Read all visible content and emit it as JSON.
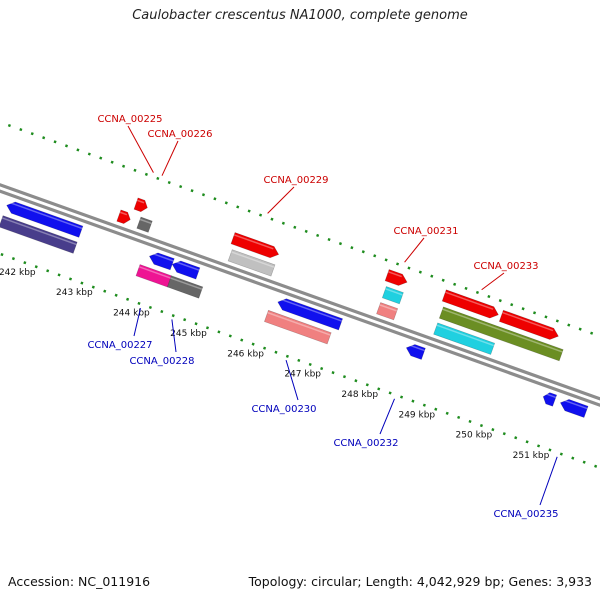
{
  "title": "Caulobacter crescentus NA1000, complete genome",
  "footer": {
    "accession": "Accession: NC_011916",
    "summary": "Topology: circular; Length: 4,042,929 bp; Genes: 3,933"
  },
  "colors": {
    "backbone": "#8c8c8c",
    "tick": "#1e8c1e",
    "forward_label": "#cc0000",
    "reverse_label": "#0000bb"
  },
  "scale": {
    "unit": "kbp",
    "ticks": [
      {
        "kbp": 242,
        "label": "242 kbp"
      },
      {
        "kbp": 243,
        "label": "243 kbp"
      },
      {
        "kbp": 244,
        "label": "244 kbp"
      },
      {
        "kbp": 245,
        "label": "245 kbp"
      },
      {
        "kbp": 246,
        "label": "246 kbp"
      },
      {
        "kbp": 247,
        "label": "247 kbp"
      },
      {
        "kbp": 248,
        "label": "248 kbp"
      },
      {
        "kbp": 249,
        "label": "249 kbp"
      },
      {
        "kbp": 250,
        "label": "250 kbp"
      },
      {
        "kbp": 251,
        "label": "251 kbp"
      }
    ]
  },
  "features": [
    {
      "kind": "cds",
      "strand": "-",
      "lane": 1,
      "start_kbp": 241.45,
      "end_kbp": 242.75,
      "color": "#1010ee"
    },
    {
      "kind": "rna",
      "strand": "-",
      "lane": 2,
      "start_kbp": 241.45,
      "end_kbp": 242.75,
      "color": "#483d8b"
    },
    {
      "kind": "cds",
      "strand": "+",
      "lane": 1,
      "start_kbp": 243.25,
      "end_kbp": 243.45,
      "color": "#ee0000"
    },
    {
      "kind": "cds",
      "strand": "+",
      "lane": 2,
      "start_kbp": 243.45,
      "end_kbp": 243.65,
      "color": "#ee0000"
    },
    {
      "kind": "rna",
      "strand": "+",
      "lane": 1,
      "start_kbp": 243.6,
      "end_kbp": 243.8,
      "color": "#666666"
    },
    {
      "kind": "cds",
      "strand": "-",
      "lane": 1,
      "start_kbp": 243.95,
      "end_kbp": 244.35,
      "color": "#1010ee"
    },
    {
      "kind": "cds",
      "strand": "-",
      "lane": 1,
      "start_kbp": 244.35,
      "end_kbp": 244.8,
      "color": "#1010ee"
    },
    {
      "kind": "rna",
      "strand": "-",
      "lane": 2,
      "start_kbp": 243.85,
      "end_kbp": 244.4,
      "color": "#ee1493"
    },
    {
      "kind": "rna",
      "strand": "-",
      "lane": 2,
      "start_kbp": 244.4,
      "end_kbp": 244.95,
      "color": "#666666"
    },
    {
      "kind": "rna",
      "strand": "+",
      "lane": 1,
      "start_kbp": 245.2,
      "end_kbp": 245.95,
      "color": "#c0c0c0"
    },
    {
      "kind": "cds",
      "strand": "+",
      "lane": 2,
      "start_kbp": 245.15,
      "end_kbp": 245.95,
      "color": "#ee0000"
    },
    {
      "kind": "cds",
      "strand": "-",
      "lane": 1,
      "start_kbp": 246.2,
      "end_kbp": 247.3,
      "color": "#1010ee"
    },
    {
      "kind": "rna",
      "strand": "-",
      "lane": 2,
      "start_kbp": 246.1,
      "end_kbp": 247.2,
      "color": "#f08080"
    },
    {
      "kind": "rna",
      "strand": "+",
      "lane": 1,
      "start_kbp": 247.8,
      "end_kbp": 248.1,
      "color": "#f08080"
    },
    {
      "kind": "rna",
      "strand": "+",
      "lane": 2,
      "start_kbp": 247.8,
      "end_kbp": 248.1,
      "color": "#20d0e0"
    },
    {
      "kind": "cds",
      "strand": "+",
      "lane": 3,
      "start_kbp": 247.75,
      "end_kbp": 248.1,
      "color": "#ee0000"
    },
    {
      "kind": "cds",
      "strand": "-",
      "lane": 1,
      "start_kbp": 248.45,
      "end_kbp": 248.75,
      "color": "#1010ee"
    },
    {
      "kind": "rna",
      "strand": "+",
      "lane": 1,
      "start_kbp": 248.8,
      "end_kbp": 249.8,
      "color": "#20d0e0"
    },
    {
      "kind": "rna",
      "strand": "+",
      "lane": 2,
      "start_kbp": 248.8,
      "end_kbp": 250.9,
      "color": "#6b8e23"
    },
    {
      "kind": "cds",
      "strand": "+",
      "lane": 3,
      "start_kbp": 248.75,
      "end_kbp": 249.7,
      "color": "#ee0000"
    },
    {
      "kind": "cds",
      "strand": "+",
      "lane": 3,
      "start_kbp": 249.75,
      "end_kbp": 250.75,
      "color": "#ee0000"
    },
    {
      "kind": "cds",
      "strand": "-",
      "lane": 1,
      "start_kbp": 250.85,
      "end_kbp": 251.05,
      "color": "#1010ee"
    },
    {
      "kind": "cds",
      "strand": "-",
      "lane": 1,
      "start_kbp": 251.15,
      "end_kbp": 251.6,
      "color": "#1010ee"
    }
  ],
  "gene_labels": [
    {
      "text": "CCNA_00225",
      "strand": "+",
      "anchor_kbp": 243.55
    },
    {
      "text": "CCNA_00226",
      "strand": "+",
      "anchor_kbp": 243.7
    },
    {
      "text": "CCNA_00229",
      "strand": "+",
      "anchor_kbp": 245.55
    },
    {
      "text": "CCNA_00231",
      "strand": "+",
      "anchor_kbp": 247.95
    },
    {
      "text": "CCNA_00233",
      "strand": "+",
      "anchor_kbp": 249.3
    },
    {
      "text": "CCNA_00227",
      "strand": "-",
      "anchor_kbp": 244.1
    },
    {
      "text": "CCNA_00228",
      "strand": "-",
      "anchor_kbp": 244.65
    },
    {
      "text": "CCNA_00230",
      "strand": "-",
      "anchor_kbp": 246.65
    },
    {
      "text": "CCNA_00232",
      "strand": "-",
      "anchor_kbp": 248.55
    },
    {
      "text": "CCNA_00235",
      "strand": "-",
      "anchor_kbp": 251.4
    }
  ]
}
